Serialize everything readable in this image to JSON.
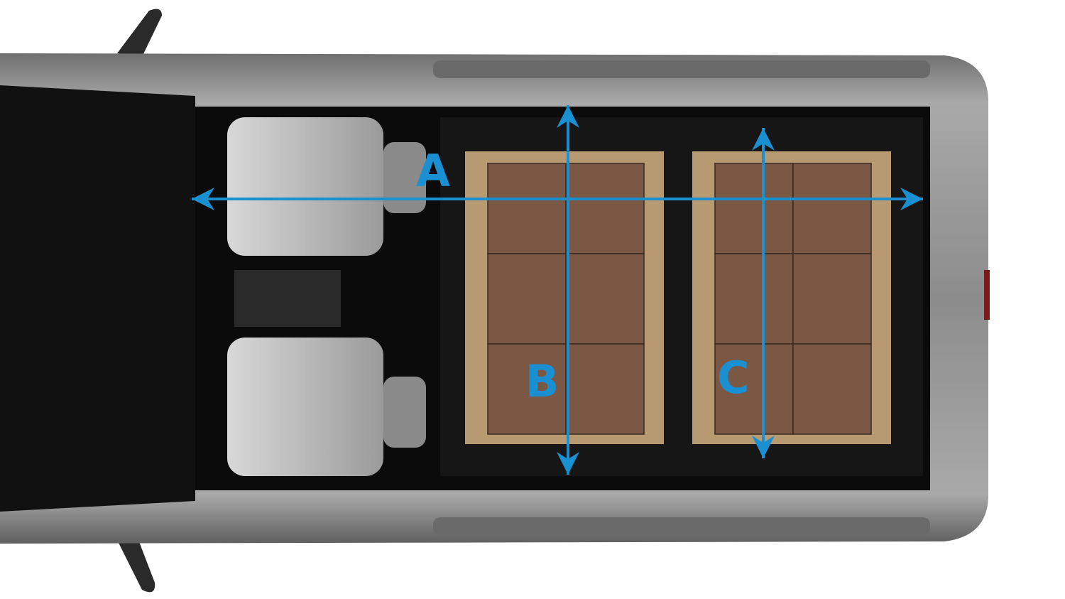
{
  "colors": {
    "accent": "#1a90d2",
    "body": "#8a8a8a",
    "interior": "#0b0b0b",
    "cardboard": "#7a5844",
    "pallet": "#b89a72"
  },
  "dimensions": [
    {
      "label": "A",
      "orientation": "horizontal"
    },
    {
      "label": "B",
      "orientation": "vertical"
    },
    {
      "label": "C",
      "orientation": "vertical"
    }
  ]
}
